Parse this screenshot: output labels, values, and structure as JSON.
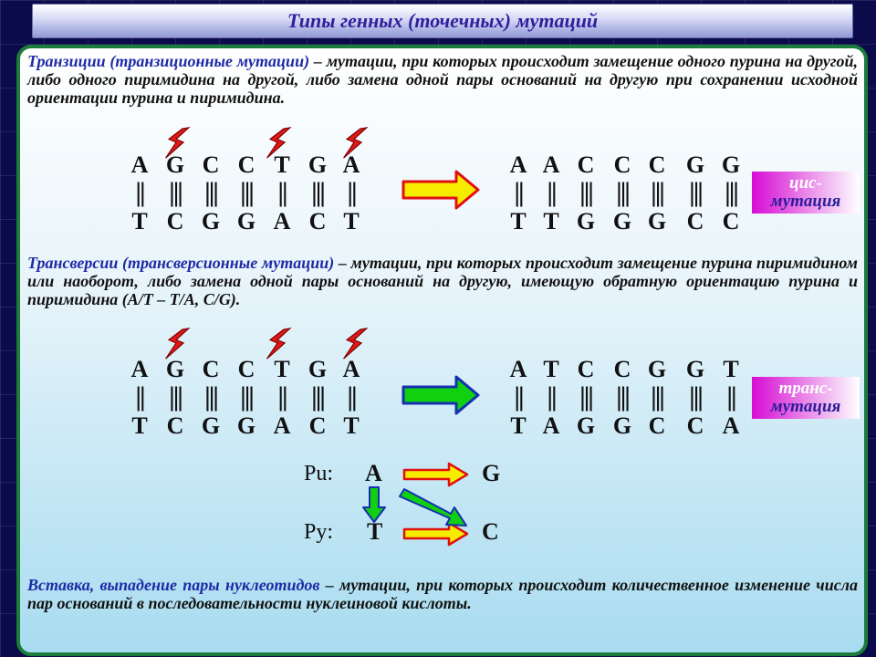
{
  "title": "Типы генных (точечных) мутаций",
  "transitions": {
    "term": "Транзиции (транзиционные мутации)",
    "text": " – мутации, при которых происходит замещение одного пурина на другой, либо одного пиримидина на другой, либо замена одной пары оснований на другую при сохранении исходной ориентации пурина и пиримидина.",
    "before_top": [
      "A",
      "G",
      "C",
      "C",
      "T",
      "G",
      "A"
    ],
    "before_bottom": [
      "T",
      "C",
      "G",
      "G",
      "A",
      "C",
      "T"
    ],
    "before_bonds": [
      "||",
      "|||",
      "|||",
      "|||",
      "||",
      "|||",
      "||"
    ],
    "after_top": [
      "A",
      "A",
      "C",
      "C",
      "C",
      "G",
      "G"
    ],
    "after_bottom": [
      "T",
      "T",
      "G",
      "G",
      "G",
      "C",
      "C"
    ],
    "after_bonds": [
      "||",
      "||",
      "|||",
      "|||",
      "|||",
      "|||",
      "|||"
    ],
    "label_line1": "цис-",
    "label_line2": "мутация"
  },
  "transversions": {
    "term": "Трансверсии (трансверсионные мутации)",
    "text": " – мутации, при которых происходит замещение пурина пиримидином или наоборот, либо замена одной пары оснований на другую, имеющую обратную ориентацию пурина и пиримидина (A/T – T/A, C/G).",
    "before_top": [
      "A",
      "G",
      "C",
      "C",
      "T",
      "G",
      "A"
    ],
    "before_bottom": [
      "T",
      "C",
      "G",
      "G",
      "A",
      "C",
      "T"
    ],
    "before_bonds": [
      "||",
      "|||",
      "|||",
      "|||",
      "||",
      "|||",
      "||"
    ],
    "after_top": [
      "A",
      "T",
      "C",
      "C",
      "G",
      "G",
      "T"
    ],
    "after_bottom": [
      "T",
      "A",
      "G",
      "G",
      "C",
      "C",
      "A"
    ],
    "after_bonds": [
      "||",
      "||",
      "|||",
      "|||",
      "|||",
      "|||",
      "||"
    ],
    "label_line1": "транс-",
    "label_line2": "мутация"
  },
  "scheme": {
    "pu_label": "Pu:",
    "py_label": "Py:",
    "pu_from": "A",
    "pu_to": "G",
    "py_from": "T",
    "py_to": "C"
  },
  "insertions": {
    "term": "Вставка, выпадение пары нуклеотидов",
    "text": " – мутации, при которых происходит количественное изменение числа пар оснований в последовательности нуклеиновой кислоты."
  },
  "colors": {
    "transition_arrow": "#f6ec00",
    "transversion_arrow": "#10d010",
    "arrow_border": "#e01010",
    "lightning": "#e01818"
  }
}
